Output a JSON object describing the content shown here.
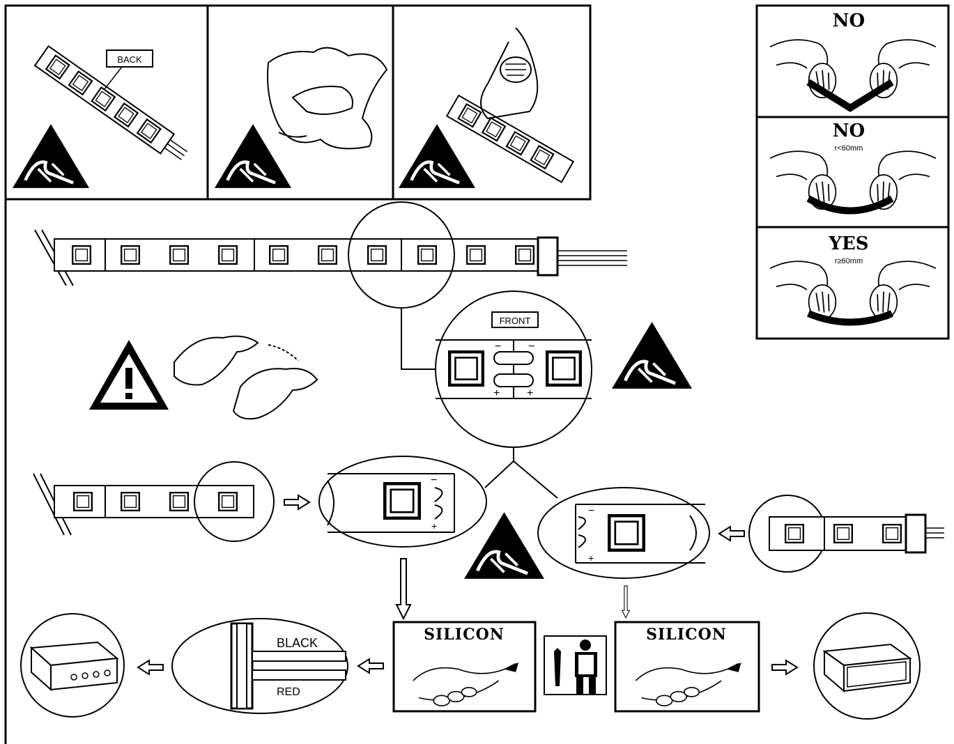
{
  "labels": {
    "back": "BACK",
    "front": "FRONT",
    "no_1": "NO",
    "no_2": "NO",
    "no_2_sub": "r<60mm",
    "yes": "YES",
    "yes_sub": "r≥60mm",
    "black": "BLACK",
    "red": "RED",
    "silicon_1": "SILICON",
    "silicon_2": "SILICON",
    "minus": "−",
    "plus": "+"
  },
  "colors": {
    "ink": "#000000",
    "paper": "#ffffff",
    "line": "#222222"
  },
  "icons": [
    "esd-warning-icon",
    "caution-triangle-icon",
    "arrow-right-icon",
    "arrow-left-icon",
    "arrow-down-icon",
    "technician-icon"
  ]
}
